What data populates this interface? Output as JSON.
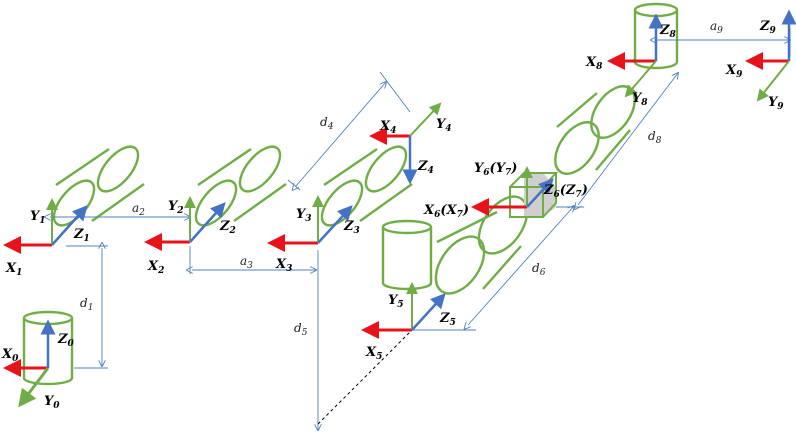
{
  "colors": {
    "x_axis": "#e8121b",
    "y_axis": "#70ad47",
    "z_axis": "#4472c4",
    "cylinder": "#70ad47",
    "dimension": "#4f81bd"
  },
  "frames": {
    "f0": {
      "x": "X",
      "x_sub": "0",
      "y": "Y",
      "y_sub": "0",
      "z": "Z",
      "z_sub": "0"
    },
    "f1": {
      "x": "X",
      "x_sub": "1",
      "y": "Y",
      "y_sub": "1",
      "z": "Z",
      "z_sub": "1"
    },
    "f2": {
      "x": "X",
      "x_sub": "2",
      "y": "Y",
      "y_sub": "2",
      "z": "Z",
      "z_sub": "2"
    },
    "f3": {
      "x": "X",
      "x_sub": "3",
      "y": "Y",
      "y_sub": "3",
      "z": "Z",
      "z_sub": "3"
    },
    "f4": {
      "x": "X",
      "x_sub": "4",
      "y": "Y",
      "y_sub": "4",
      "z": "Z",
      "z_sub": "4"
    },
    "f5": {
      "x": "X",
      "x_sub": "5",
      "y": "Y",
      "y_sub": "5",
      "z": "Z",
      "z_sub": "5"
    },
    "f6": {
      "x": "X",
      "x_sub": "6",
      "x_alt": "X",
      "x_alt_sub": "7",
      "y": "Y",
      "y_sub": "6",
      "y_alt": "Y",
      "y_alt_sub": "7",
      "z": "Z",
      "z_sub": "6",
      "z_alt": "Z",
      "z_alt_sub": "7"
    },
    "f8": {
      "x": "X",
      "x_sub": "8",
      "y": "Y",
      "y_sub": "8",
      "z": "Z",
      "z_sub": "8"
    },
    "f9": {
      "x": "X",
      "x_sub": "9",
      "y": "Y",
      "y_sub": "9",
      "z": "Z",
      "z_sub": "9"
    }
  },
  "dimensions": {
    "d1": {
      "sym": "d",
      "sub": "1"
    },
    "a2": {
      "sym": "a",
      "sub": "2"
    },
    "a3": {
      "sym": "a",
      "sub": "3"
    },
    "d4": {
      "sym": "d",
      "sub": "4"
    },
    "d5": {
      "sym": "d",
      "sub": "5"
    },
    "d6": {
      "sym": "d",
      "sub": "6"
    },
    "d8": {
      "sym": "d",
      "sub": "8"
    },
    "a9": {
      "sym": "a",
      "sub": "9"
    }
  }
}
